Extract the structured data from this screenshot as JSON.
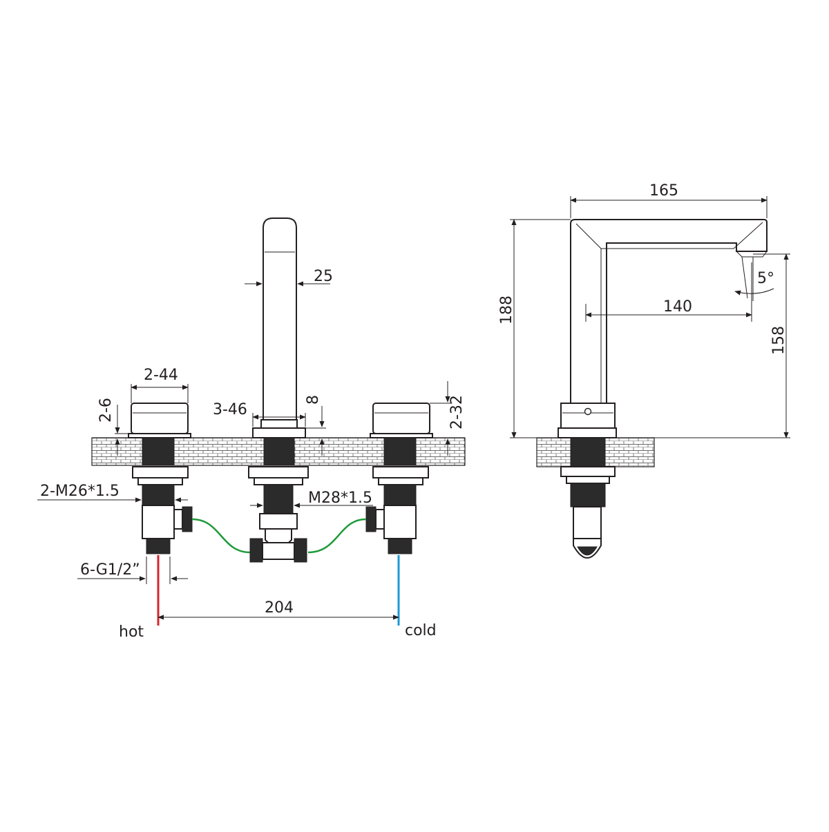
{
  "front_view": {
    "spout_width": "25",
    "handle_width": "2-44",
    "handle_gap": "2-6",
    "base_width": "3-46",
    "base_height": "8",
    "handle_height": "2-32",
    "handle_thread": "2-M26*1.5",
    "spout_thread": "M28*1.5",
    "connector_thread": "6-G1/2”",
    "center_distance": "204",
    "hot_label": "hot",
    "cold_label": "cold"
  },
  "side_view": {
    "reach": "165",
    "height": "188",
    "spout_reach": "140",
    "outlet_height": "158",
    "angle": "5°"
  },
  "colors": {
    "hot": "#d7262e",
    "cold": "#1c9ad6",
    "hose": "#1e9a3a",
    "ink": "#231f20"
  }
}
